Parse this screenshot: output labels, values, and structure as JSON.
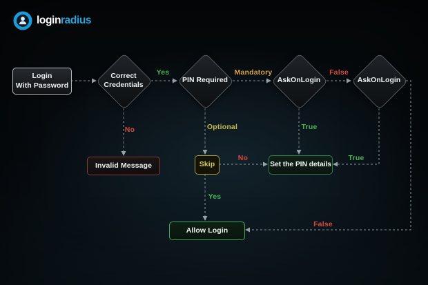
{
  "brand": {
    "logo_primary": "login",
    "logo_secondary": "radius",
    "brand_blue": "#2ba2dc"
  },
  "nodes": {
    "login_with_password": {
      "line1": "Login",
      "line2": "With Password"
    },
    "correct_credentials": {
      "line1": "Correct",
      "line2": "Credentials"
    },
    "pin_required": {
      "label": "PIN Required"
    },
    "ask_on_login_1": {
      "label": "AskOnLogin"
    },
    "ask_on_login_2": {
      "label": "AskOnLogin"
    },
    "invalid_message": {
      "label": "Invalid Message"
    },
    "skip": {
      "label": "Skip"
    },
    "set_pin_details": {
      "label": "Set the PIN details"
    },
    "allow_login": {
      "label": "Allow Login"
    }
  },
  "edges": [
    {
      "from": "login-with-password",
      "to": "correct-credentials",
      "label": ""
    },
    {
      "from": "correct-credentials",
      "to": "pin-required",
      "label": "Yes",
      "color": "#45b554"
    },
    {
      "from": "pin-required",
      "to": "ask-on-login-1",
      "label": "Mandatory",
      "color": "#d3a044"
    },
    {
      "from": "ask-on-login-1",
      "to": "ask-on-login-2",
      "label": "False",
      "color": "#d5493e"
    },
    {
      "from": "correct-credentials",
      "to": "invalid-message",
      "label": "No",
      "color": "#d5493e"
    },
    {
      "from": "pin-required",
      "to": "skip",
      "label": "Optional",
      "color": "#c9ba44"
    },
    {
      "from": "ask-on-login-1",
      "to": "set-the-pin-details",
      "label": "True",
      "color": "#45b554"
    },
    {
      "from": "skip",
      "to": "set-the-pin-details",
      "label": "No",
      "color": "#d5493e"
    },
    {
      "from": "ask-on-login-2",
      "to": "set-the-pin-details",
      "label": "True",
      "color": "#45b554"
    },
    {
      "from": "skip",
      "to": "allow-login",
      "label": "Yes",
      "color": "#45b554"
    },
    {
      "from": "ask-on-login-2",
      "to": "allow-login",
      "label": "False",
      "color": "#d5493e"
    }
  ],
  "palette": {
    "connector_gray": "#6f7b83",
    "node_border_gray": "#b6bcc1",
    "diamond_border": "#535c62",
    "invalid_border": "#7c403b",
    "skip_border": "#a89b3e",
    "skip_text": "#d9ca50",
    "setpin_border": "#2f7d4c",
    "allow_border": "#41a35c",
    "background_teal": "#12222c"
  }
}
